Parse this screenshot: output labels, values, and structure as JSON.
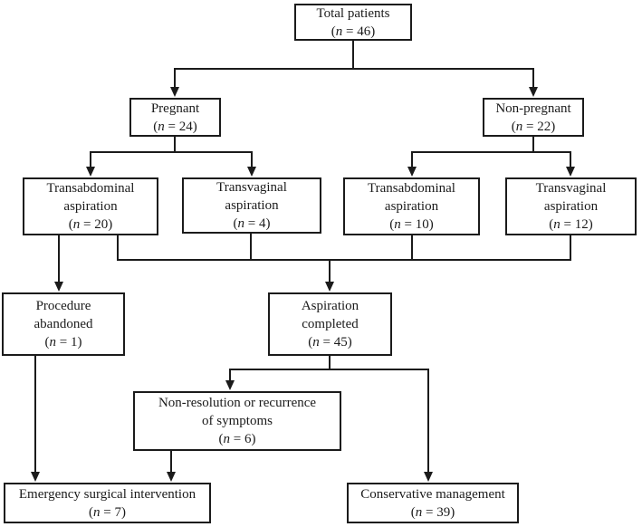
{
  "figure": {
    "title": "Patient flow diagram",
    "colors": {
      "background": "#ffffff",
      "line": "#1b1b1b",
      "text": "#1b1b1b"
    }
  },
  "count_format": {
    "open": "(",
    "variable": "n",
    "equals": " = ",
    "close": ")"
  },
  "nodes": {
    "total_patients": {
      "lines": [
        "Total patients"
      ],
      "n": "46"
    },
    "pregnant": {
      "lines": [
        "Pregnant"
      ],
      "n": "24"
    },
    "non_pregnant": {
      "lines": [
        "Non-pregnant"
      ],
      "n": "22"
    },
    "transabdominal_pregnant": {
      "lines": [
        "Transabdominal",
        "aspiration"
      ],
      "n": "20"
    },
    "transvaginal_pregnant": {
      "lines": [
        "Transvaginal",
        "aspiration"
      ],
      "n": "4"
    },
    "transabdominal_non_pregnant": {
      "lines": [
        "Transabdominal",
        "aspiration"
      ],
      "n": "10"
    },
    "transvaginal_non_pregnant": {
      "lines": [
        "Transvaginal",
        "aspiration"
      ],
      "n": "12"
    },
    "procedure_abandoned": {
      "lines": [
        "Procedure",
        "abandoned"
      ],
      "n": "1"
    },
    "aspiration_completed": {
      "lines": [
        "Aspiration",
        "completed"
      ],
      "n": "45"
    },
    "non_resolution": {
      "lines": [
        "Non-resolution or recurrence",
        "of symptoms"
      ],
      "n": "6"
    },
    "emergency_surgical_intervention": {
      "lines": [
        "Emergency surgical intervention"
      ],
      "n": "7"
    },
    "conservative_management": {
      "lines": [
        "Conservative management"
      ],
      "n": "39"
    }
  }
}
